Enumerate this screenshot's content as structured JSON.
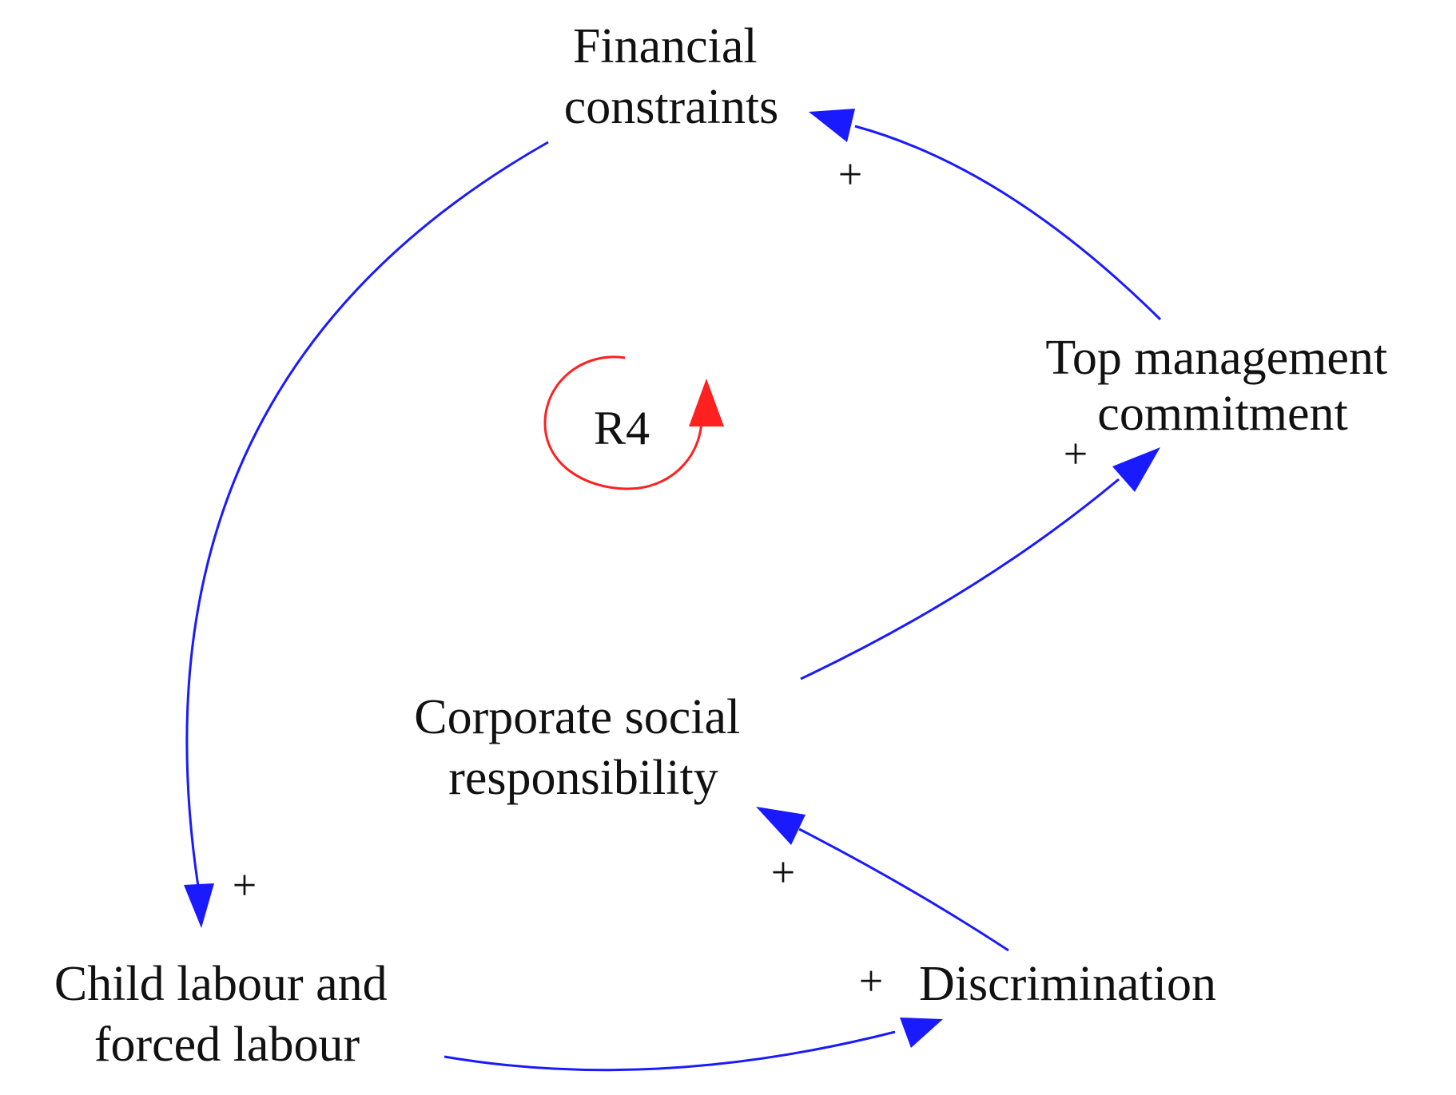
{
  "colors": {
    "link": "#1a1aff",
    "loop": "#ff2020",
    "text": "#111111"
  },
  "nodes": {
    "financial_constraints": [
      "Financial",
      "constraints"
    ],
    "top_management_commitment": [
      "Top management",
      "commitment"
    ],
    "corporate_social_responsibility": [
      "Corporate social",
      "responsibility"
    ],
    "child_labour": [
      "Child labour and",
      "forced labour"
    ],
    "discrimination": [
      "Discrimination"
    ]
  },
  "loop": {
    "label": "R4",
    "type": "reinforcing"
  },
  "links": [
    {
      "from": "financial_constraints",
      "to": "child_labour",
      "polarity": "+"
    },
    {
      "from": "child_labour",
      "to": "discrimination",
      "polarity": "+"
    },
    {
      "from": "discrimination",
      "to": "corporate_social_responsibility",
      "polarity": "+"
    },
    {
      "from": "corporate_social_responsibility",
      "to": "top_management_commitment",
      "polarity": "+"
    },
    {
      "from": "top_management_commitment",
      "to": "financial_constraints",
      "polarity": "+"
    }
  ]
}
